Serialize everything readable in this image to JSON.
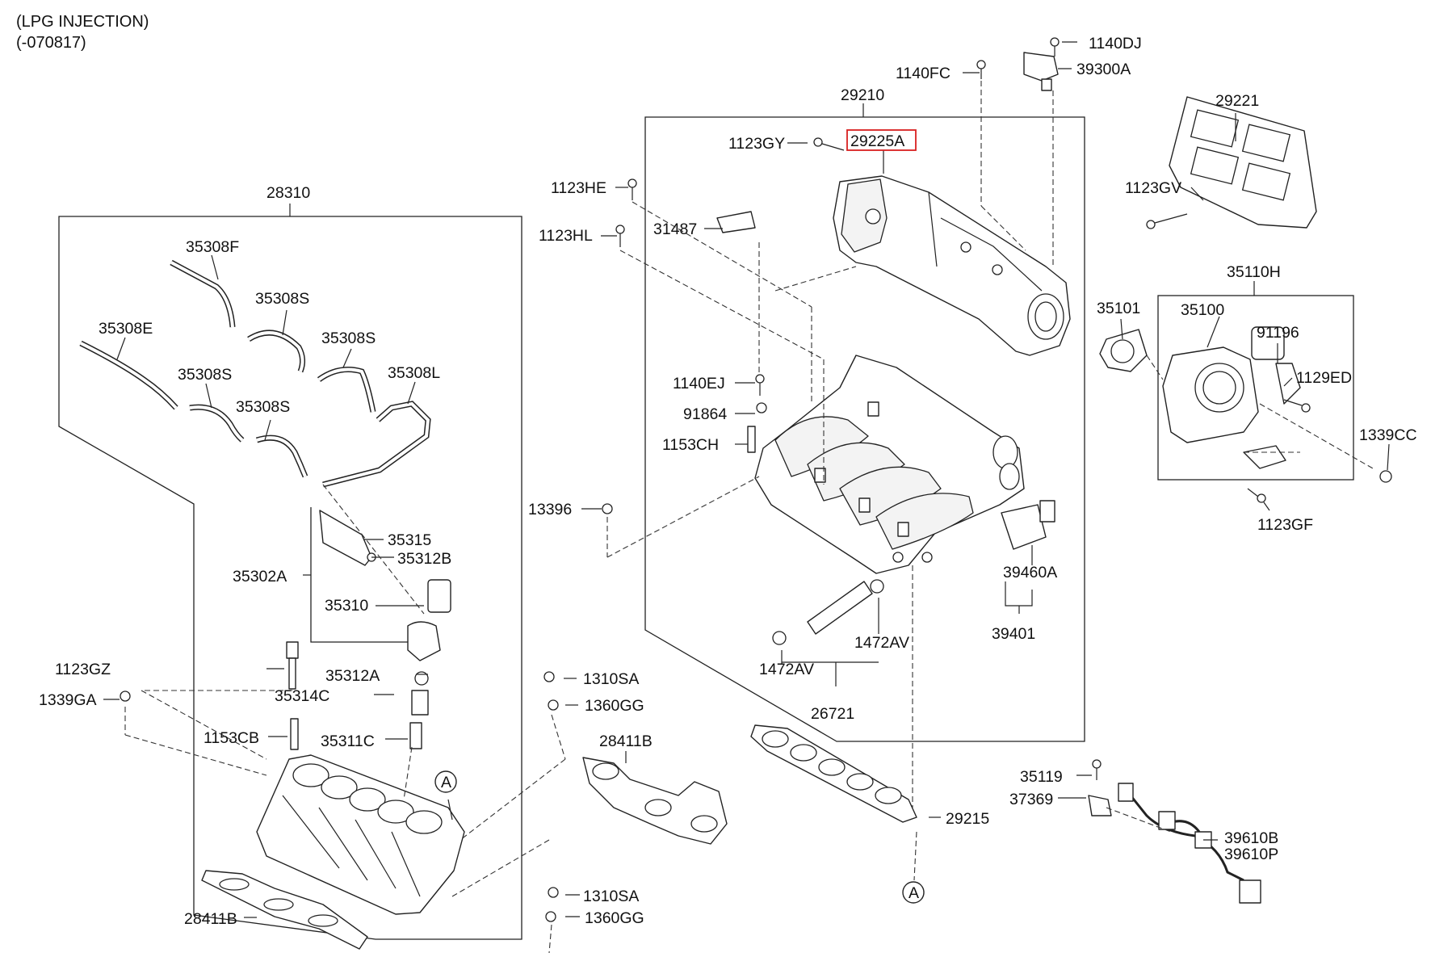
{
  "header": {
    "line1": "(LPG INJECTION)",
    "line2": "(-070817)"
  },
  "highlight_color": "#d82020",
  "callouts": [
    {
      "id": "c01",
      "text": "1140DJ"
    },
    {
      "id": "c02",
      "text": "1140FC"
    },
    {
      "id": "c03",
      "text": "39300A"
    },
    {
      "id": "c04",
      "text": "29210"
    },
    {
      "id": "c05",
      "text": "29221"
    },
    {
      "id": "c06",
      "text": "1123GY"
    },
    {
      "id": "c07",
      "text": "29225A",
      "highlighted": true
    },
    {
      "id": "c08",
      "text": "1123HE"
    },
    {
      "id": "c09",
      "text": "1123GV"
    },
    {
      "id": "c10",
      "text": "28310"
    },
    {
      "id": "c11",
      "text": "1123HL"
    },
    {
      "id": "c12",
      "text": "31487"
    },
    {
      "id": "c13",
      "text": "35308F"
    },
    {
      "id": "c14",
      "text": "35110H"
    },
    {
      "id": "c15",
      "text": "35308S"
    },
    {
      "id": "c16",
      "text": "35100"
    },
    {
      "id": "c17",
      "text": "35101"
    },
    {
      "id": "c18",
      "text": "35308E"
    },
    {
      "id": "c19",
      "text": "35308S"
    },
    {
      "id": "c20",
      "text": "91196"
    },
    {
      "id": "c21",
      "text": "35308S"
    },
    {
      "id": "c22",
      "text": "35308L"
    },
    {
      "id": "c23",
      "text": "1129ED"
    },
    {
      "id": "c24",
      "text": "1140EJ"
    },
    {
      "id": "c25",
      "text": "35308S"
    },
    {
      "id": "c26",
      "text": "91864"
    },
    {
      "id": "c27",
      "text": "1339CC"
    },
    {
      "id": "c28",
      "text": "1153CH"
    },
    {
      "id": "c29",
      "text": "13396"
    },
    {
      "id": "c30",
      "text": "1123GF"
    },
    {
      "id": "c31",
      "text": "35315"
    },
    {
      "id": "c32",
      "text": "35312B"
    },
    {
      "id": "c33",
      "text": "35302A"
    },
    {
      "id": "c34",
      "text": "39460A"
    },
    {
      "id": "c35",
      "text": "35310"
    },
    {
      "id": "c36",
      "text": "39401"
    },
    {
      "id": "c37",
      "text": "1472AV"
    },
    {
      "id": "c38",
      "text": "1123GZ"
    },
    {
      "id": "c39",
      "text": "1472AV"
    },
    {
      "id": "c40",
      "text": "35312A"
    },
    {
      "id": "c41",
      "text": "1310SA"
    },
    {
      "id": "c42",
      "text": "1339GA"
    },
    {
      "id": "c43",
      "text": "35314C"
    },
    {
      "id": "c44",
      "text": "1360GG"
    },
    {
      "id": "c45",
      "text": "26721"
    },
    {
      "id": "c46",
      "text": "1153CB"
    },
    {
      "id": "c47",
      "text": "35311C"
    },
    {
      "id": "c48",
      "text": "28411B"
    },
    {
      "id": "c49",
      "text": "35119"
    },
    {
      "id": "c50",
      "text": "37369"
    },
    {
      "id": "c51",
      "text": "29215"
    },
    {
      "id": "c52",
      "text": "39610B"
    },
    {
      "id": "c53",
      "text": "39610P"
    },
    {
      "id": "c54",
      "text": "1310SA"
    },
    {
      "id": "c55",
      "text": "28411B"
    },
    {
      "id": "c56",
      "text": "1360GG"
    },
    {
      "id": "c57",
      "text": "A"
    },
    {
      "id": "c58",
      "text": "A"
    }
  ]
}
